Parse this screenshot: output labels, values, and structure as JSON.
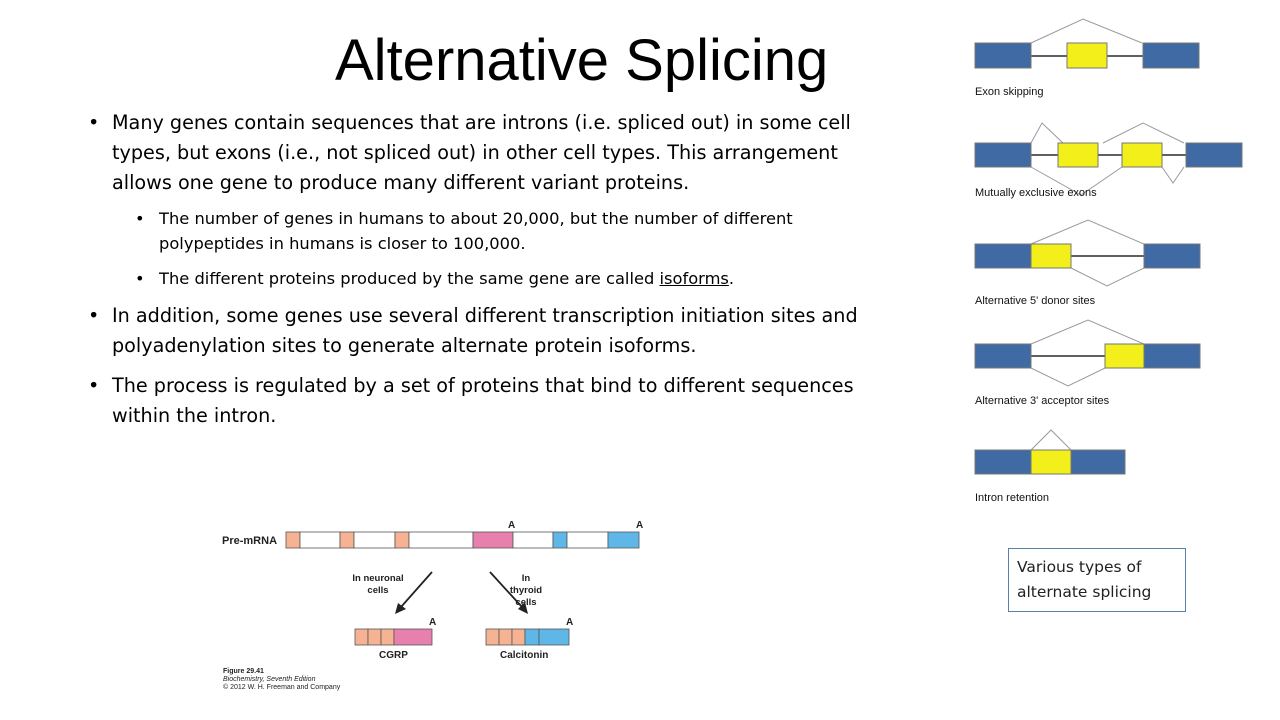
{
  "slide": {
    "title": "Alternative Splicing",
    "bullets": [
      {
        "text": "Many genes contain sequences that are introns (i.e. spliced out) in some cell types, but exons (i.e., not spliced out) in other cell types. This arrangement allows one gene to produce many different variant proteins."
      },
      {
        "text": "In addition, some genes use several different transcription initiation sites and polyadenylation sites to generate alternate protein isoforms."
      },
      {
        "text": "The process is regulated by a set of proteins that bind to different sequences within the intron."
      }
    ],
    "sub_bullets": [
      {
        "text": "The number of genes in humans to about 20,000, but the number of different polypeptides in humans is closer to 100,000."
      },
      {
        "text_before": "The different proteins produced by the same gene are called ",
        "term": "isoforms",
        "text_after": "."
      }
    ]
  },
  "splice_types": [
    "Exon skipping",
    "Mutually exclusive exons",
    "Alternative 5' donor sites",
    "Alternative 3' acceptor sites",
    "Intron retention"
  ],
  "caption": "Various types of alternate splicing",
  "figure": {
    "pre_mrna_label": "Pre-mRNA",
    "poly_a": "A",
    "branch_neuronal": "In neuronal cells",
    "branch_thyroid": "In thyroid cells",
    "product_left": "CGRP",
    "product_right": "Calcitonin",
    "credit_line1": "Figure 29.41",
    "credit_line2": "Biochemistry, Seventh Edition",
    "credit_line3": "© 2012 W. H. Freeman and Company"
  },
  "colors": {
    "exon_blue": "#3f6aa3",
    "exon_yellow": "#f2ef1a",
    "pink": "#e880ad",
    "salmon": "#f5b394",
    "light_blue": "#5fb7e8",
    "caption_border": "#5b7fa8"
  }
}
